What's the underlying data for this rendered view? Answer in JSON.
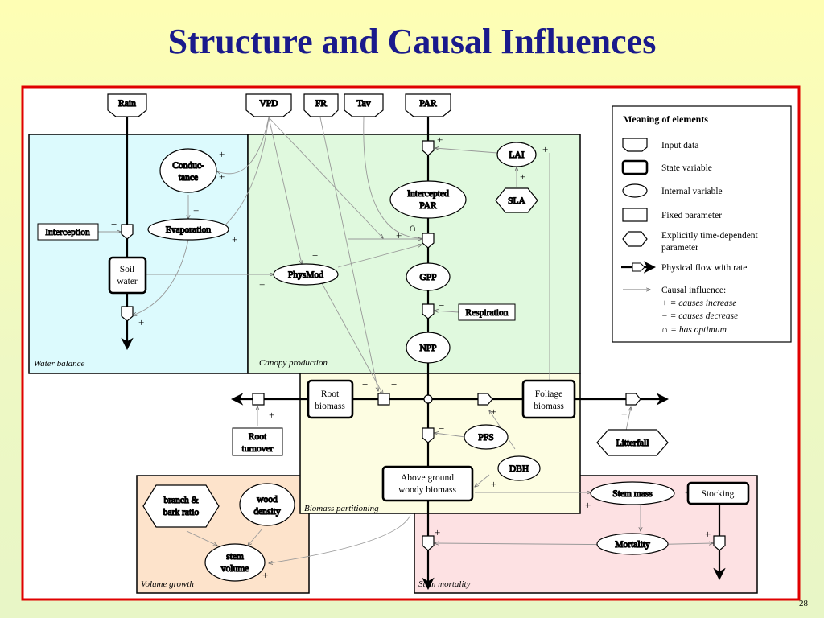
{
  "title": "Structure and Causal Influences",
  "page_number": "28",
  "colors": {
    "title": "#1a1a8c",
    "border": "#e00000",
    "water_balance": "#dcfafd",
    "canopy_production": "#e0f9de",
    "biomass_partitioning": "#fdfde2",
    "volume_growth": "#fde3cb",
    "stem_mortality": "#fde1e3"
  },
  "regions": {
    "water_balance": "Water balance",
    "canopy_production": "Canopy production",
    "biomass_partitioning": "Biomass partitioning",
    "volume_growth": "Volume growth",
    "stem_mortality": "Stem mortality"
  },
  "inputs": {
    "rain": "Rain",
    "vpd": "VPD",
    "fr": "FR",
    "tav": "Tav",
    "par": "PAR"
  },
  "nodes": {
    "conductance": [
      "Conduc-",
      "tance"
    ],
    "evaporation": "Evaporation",
    "interception": "Interception",
    "soil_water": [
      "Soil",
      "water"
    ],
    "lai": "LAI",
    "sla": "SLA",
    "intercepted_par": [
      "Intercepted",
      "PAR"
    ],
    "physmod": "PhysMod",
    "gpp": "GPP",
    "respiration": "Respiration",
    "npp": "NPP",
    "root_biomass": [
      "Root",
      "biomass"
    ],
    "foliage_biomass": [
      "Foliage",
      "biomass"
    ],
    "root_turnover": [
      "Root",
      "turnover"
    ],
    "litterfall": "Litterfall",
    "pfs": "PFS",
    "dbh": "DBH",
    "above_ground": [
      "Above ground",
      "woody biomass"
    ],
    "stem_mass": "Stem mass",
    "stocking": "Stocking",
    "mortality": "Mortality",
    "branch_bark": [
      "branch &",
      "bark ratio"
    ],
    "wood_density": [
      "wood",
      "density"
    ],
    "stem_volume": [
      "stem",
      "volume"
    ]
  },
  "legend": {
    "title": "Meaning of elements",
    "items": [
      "Input data",
      "State variable",
      "Internal variable",
      "Fixed parameter",
      [
        "Explicitly time-dependent",
        "parameter"
      ],
      "Physical flow with rate",
      [
        "Causal influence:",
        "+ = causes increase",
        "− = causes decrease",
        "∩ = has optimum"
      ]
    ]
  },
  "signs": {
    "plus": "+",
    "minus": "−",
    "optimum": "∩"
  }
}
